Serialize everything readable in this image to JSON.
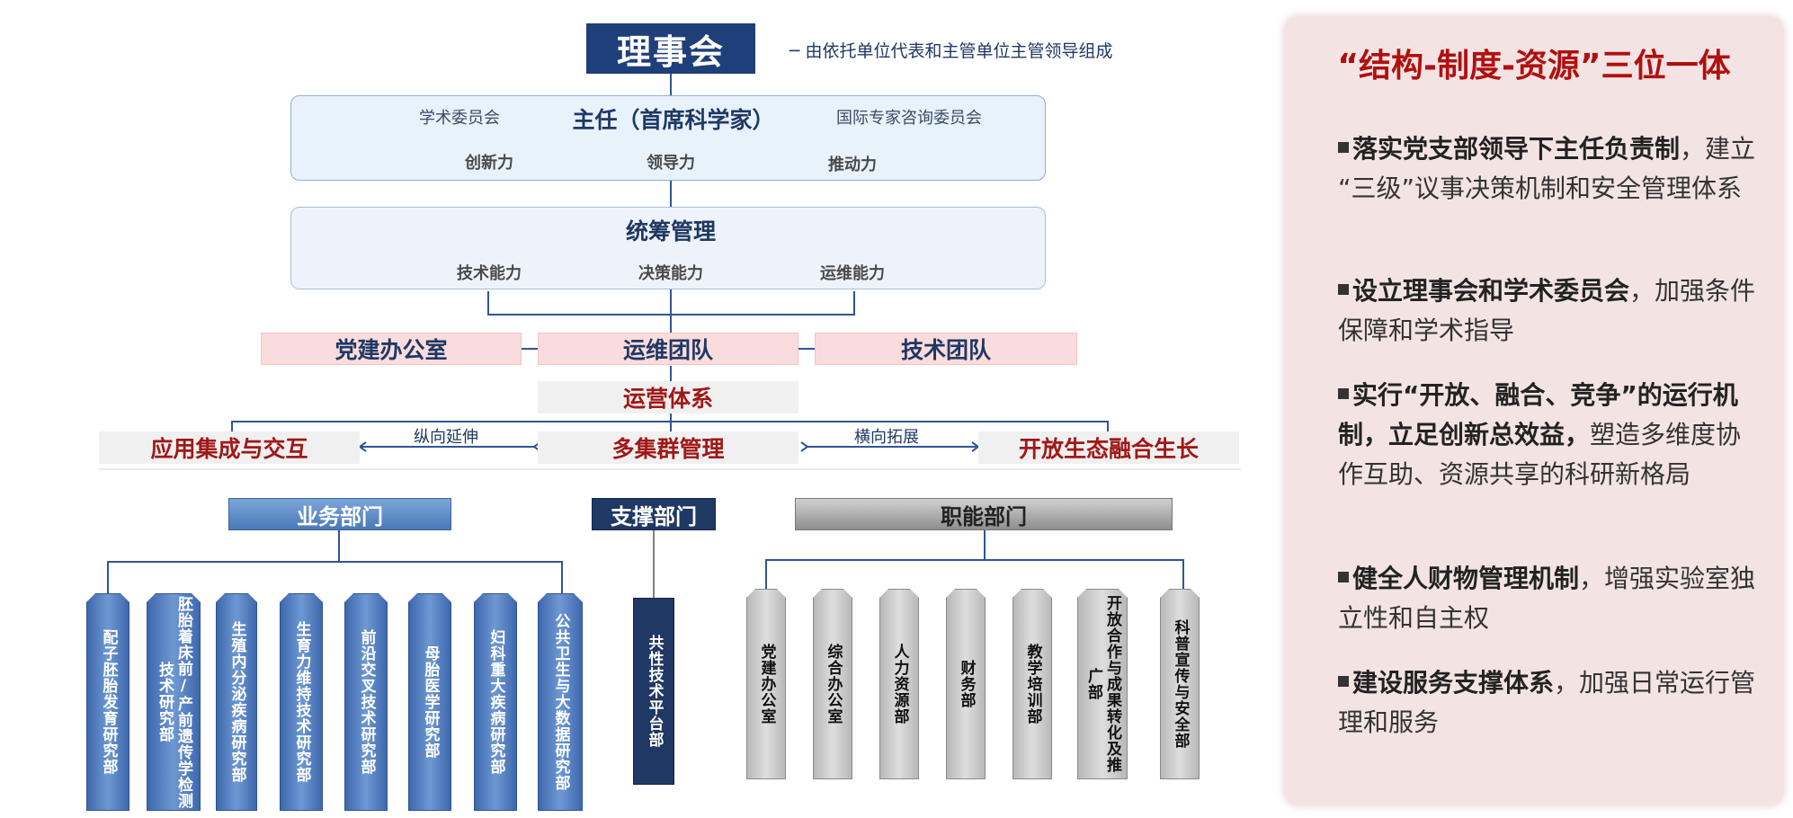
{
  "board": {
    "title": "理事会",
    "note": "由依托单位代表和主管单位主管领导组成"
  },
  "director": {
    "title": "主任（首席科学家）",
    "left": "学术委员会",
    "right": "国际专家咨询委员会",
    "abilities": [
      "创新力",
      "领导力",
      "推动力"
    ]
  },
  "coordination": {
    "title": "统筹管理",
    "abilities": [
      "技术能力",
      "决策能力",
      "运维能力"
    ]
  },
  "teams": [
    "党建办公室",
    "运维团队",
    "技术团队"
  ],
  "ops_system": "运营体系",
  "cluster": {
    "left": "应用集成与交互",
    "center": "多集群管理",
    "right": "开放生态融合生长",
    "left_arrow": "纵向延伸",
    "right_arrow": "横向拓展"
  },
  "categories": {
    "business": "业务部门",
    "support": "支撑部门",
    "functional": "职能部门"
  },
  "business_depts": [
    "配子胚胎发育研究部",
    "胚胎着床前/产前遗传学检测技术研究部",
    "生殖内分泌疾病研究部",
    "生育力维持技术研究部",
    "前沿交叉技术研究部",
    "母胎医学研究部",
    "妇科重大疾病研究部",
    "公共卫生与大数据研究部"
  ],
  "support_depts": [
    "共性技术平台部"
  ],
  "functional_depts": [
    "党建办公室",
    "综合办公室",
    "人力资源部",
    "财务部",
    "教学培训部",
    "开放合作与成果转化及推广部",
    "科普宣传与安全部"
  ],
  "right_panel": {
    "title": "“结构-制度-资源”三位一体",
    "bullets": [
      {
        "bold": "落实党支部领导下主任负责制",
        "rest": "，建立 “三级”议事决策机制和安全管理体系"
      },
      {
        "bold": "设立理事会和学术委员会",
        "rest": "，加强条件保障和学术指导"
      },
      {
        "bold": "实行“开放、融合、竞争”的运行机制，立足创新总效益，",
        "rest": "塑造多维度协作互助、资源共享的科研新格局"
      },
      {
        "bold": "健全人财物管理机制",
        "rest": "，增强实验室独立性和自主权"
      },
      {
        "bold": "建设服务支撑体系",
        "rest": "，加强日常运行管理和服务"
      }
    ]
  },
  "colors": {
    "navy": "#1f3864",
    "accent_red": "#b01010",
    "pink": "#fbdcdc"
  }
}
